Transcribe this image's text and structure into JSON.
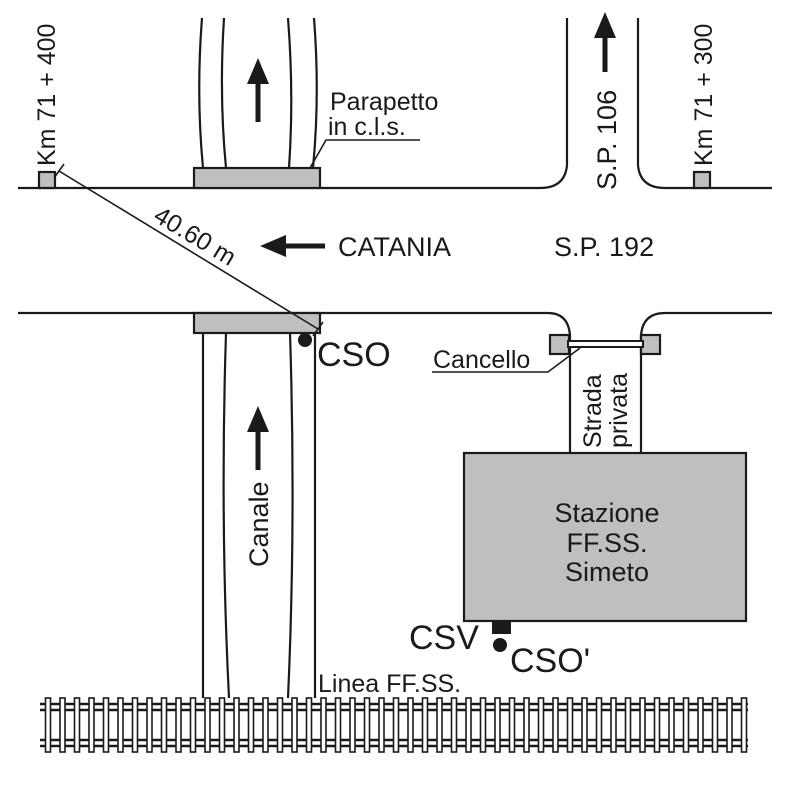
{
  "labels": {
    "km_left": "Km 71 + 400",
    "km_right": "Km 71 + 300",
    "sp106": "S.P. 106",
    "parapetto_line1": "Parapetto",
    "parapetto_line2": "in c.l.s.",
    "distance": "40.60 m",
    "catania": "CATANIA",
    "sp192": "S.P. 192",
    "cso": "CSO",
    "cancello": "Cancello",
    "strada_line1": "Strada",
    "strada_line2": "privata",
    "canale": "Canale",
    "stazione_line1": "Stazione",
    "stazione_line2": "FF.SS.",
    "stazione_line3": "Simeto",
    "csv": "CSV",
    "cso_prime": "CSO'",
    "linea": "Linea FF.SS."
  },
  "colors": {
    "ink": "#1a1a1a",
    "fill_gray": "#bfbfbf",
    "background": "#ffffff"
  },
  "icons": [
    "arrow-up-icon",
    "arrow-left-icon",
    "marker-dot-icon",
    "railway-track-icon"
  ]
}
